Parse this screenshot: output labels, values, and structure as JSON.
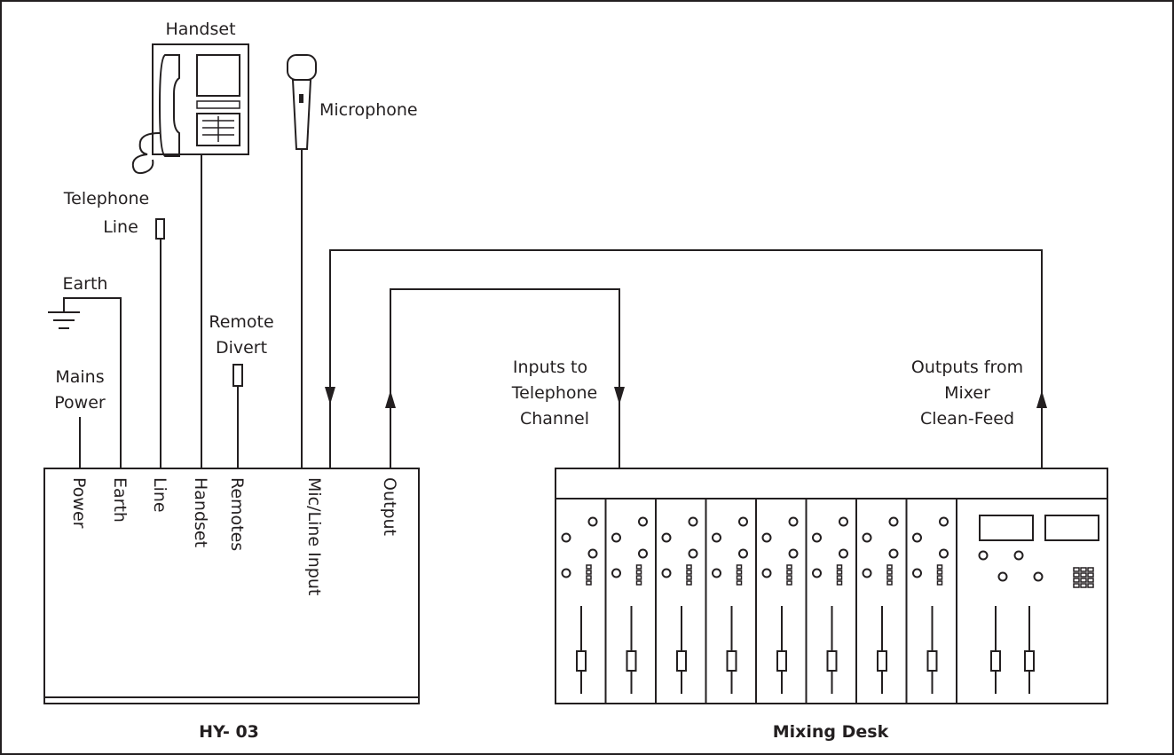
{
  "labels": {
    "handset": "Handset",
    "microphone": "Microphone",
    "telephone_line": [
      "Telephone",
      "Line"
    ],
    "earth": "Earth",
    "mains_power": [
      "Mains",
      "Power"
    ],
    "remote_divert": [
      "Remote",
      "Divert"
    ],
    "inputs_to_channel": [
      "Inputs to",
      "Telephone",
      "Channel"
    ],
    "outputs_from_mixer": [
      "Outputs from",
      "Mixer",
      "Clean-Feed"
    ]
  },
  "hy03": {
    "title": "HY- 03",
    "ports": [
      "Power",
      "Earth",
      "Line",
      "Handset",
      "Remotes",
      "Mic/Line Input",
      "Output"
    ]
  },
  "mixer": {
    "title": "Mixing Desk",
    "channel_count": 8,
    "master_faders": 2
  },
  "colors": {
    "ink": "#231f20",
    "background": "#ffffff"
  }
}
